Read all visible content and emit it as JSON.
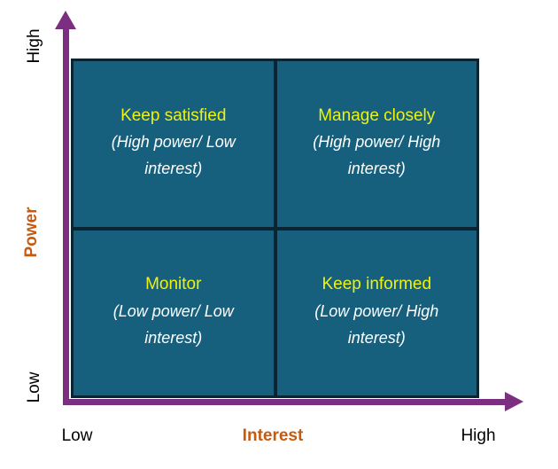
{
  "diagram": {
    "type": "power-interest-grid",
    "y_axis": {
      "title": "Power",
      "high_label": "High",
      "low_label": "Low"
    },
    "x_axis": {
      "title": "Interest",
      "low_label": "Low",
      "high_label": "High"
    },
    "quadrants": [
      {
        "position": "top-left",
        "title": "Keep satisfied",
        "subtitle": "(High power/ Low interest)"
      },
      {
        "position": "top-right",
        "title": "Manage closely",
        "subtitle": "(High power/ High interest)"
      },
      {
        "position": "bottom-left",
        "title": "Monitor",
        "subtitle": "(Low power/ Low interest)"
      },
      {
        "position": "bottom-right",
        "title": "Keep informed",
        "subtitle": "(Low power/ High interest)"
      }
    ],
    "colors": {
      "background": "#FFFFFF",
      "quadrant_fill": "#16607E",
      "grid_line": "#0A2433",
      "axis_arrow": "#7C2E80",
      "axis_title_text": "#C55A11",
      "quadrant_title_text": "#EFF20D",
      "quadrant_subtitle_text": "#FFFFFF",
      "tick_label_text": "#000000"
    }
  }
}
